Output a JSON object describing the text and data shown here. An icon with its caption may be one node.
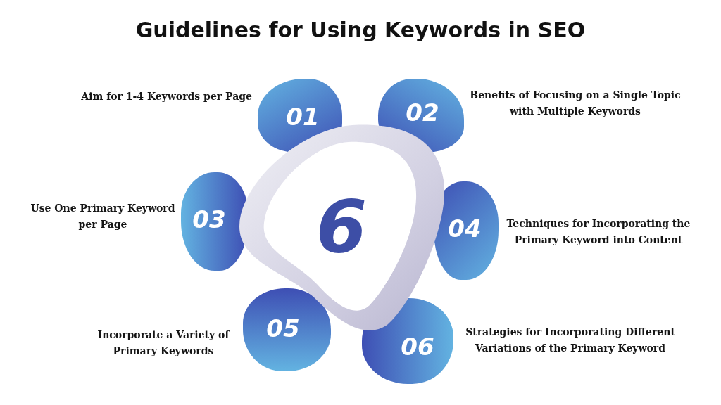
{
  "diagram": {
    "title": "Guidelines for Using Keywords in SEO",
    "nodes": [
      {
        "text": [
          "6"
        ]
      },
      {
        "text": [
          "01"
        ],
        "beside": [
          "Aim for 1-4 Keywords per Page"
        ]
      },
      {
        "text": [
          "02"
        ],
        "beside": [
          "Benefits of Focusing on a Single Topic with Multiple Keywords"
        ]
      },
      {
        "text": [
          "03"
        ],
        "beside": [
          "Use One Primary Keyword per Page"
        ]
      },
      {
        "text": [
          "04"
        ],
        "beside": [
          "Techniques for Incorporating the Primary Keyword into Content"
        ]
      },
      {
        "text": [
          "05"
        ],
        "beside": [
          "Incorporate a Variety of Primary Keywords"
        ]
      },
      {
        "text": [
          "06"
        ],
        "beside": [
          "Strategies for Incorporating Different Variations of the Primary Keyword"
        ]
      }
    ]
  }
}
